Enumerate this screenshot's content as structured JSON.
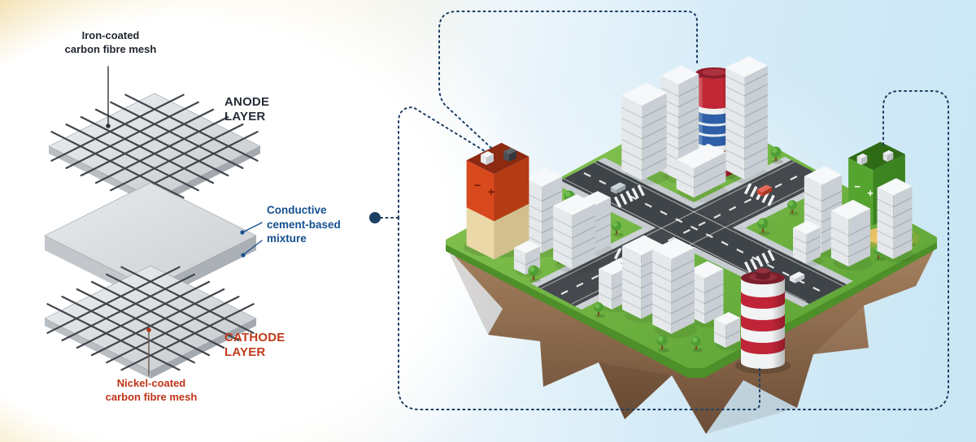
{
  "electrode_diagram": {
    "labels": {
      "top_mesh": "Iron-coated\ncarbon fibre mesh",
      "anode": "ANODE\nLAYER",
      "middle": "Conductive\ncement-based\nmixture",
      "cathode": "CATHODE\nLAYER",
      "bottom_mesh": "Nickel-coated\ncarbon fibre mesh"
    }
  },
  "city": {
    "battery_signs": {
      "minus": "−",
      "plus": "+"
    }
  },
  "colors": {
    "background_gold": "#eed189",
    "background_sky": "#c9e6f4",
    "circuit_line": "#1d3e63",
    "anode_label": "#262b38",
    "conductive_label": "#15508f",
    "cathode_label": "#c23a1b",
    "grass": "#6ab33f",
    "battery_orange": "#d8491e",
    "battery_green": "#4f9e2f",
    "battery_red": "#c02537",
    "battery_blue": "#2f5fa8"
  }
}
